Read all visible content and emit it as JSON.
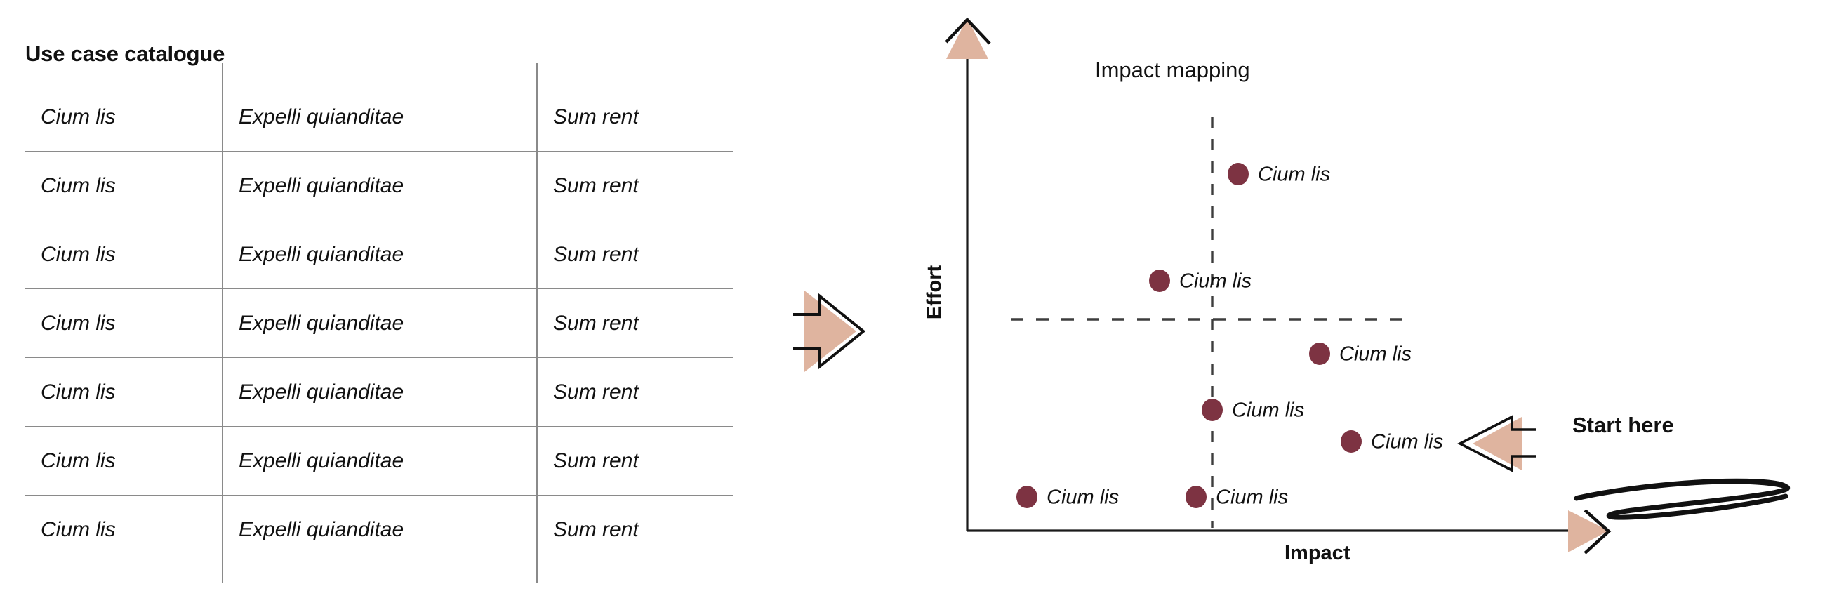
{
  "catalogue": {
    "title": "Use case catalogue",
    "columns": [
      "Cium lis",
      "Expelli quianditae",
      "Sum rent"
    ],
    "rows": [
      [
        "Cium lis",
        "Expelli quianditae",
        "Sum rent"
      ],
      [
        "Cium lis",
        "Expelli quianditae",
        "Sum rent"
      ],
      [
        "Cium lis",
        "Expelli quianditae",
        "Sum rent"
      ],
      [
        "Cium lis",
        "Expelli quianditae",
        "Sum rent"
      ],
      [
        "Cium lis",
        "Expelli quianditae",
        "Sum rent"
      ],
      [
        "Cium lis",
        "Expelli quianditae",
        "Sum rent"
      ],
      [
        "Cium lis",
        "Expelli quianditae",
        "Sum rent"
      ]
    ]
  },
  "flow": {
    "arrow_icon": "arrow-right-icon"
  },
  "callout": {
    "label": "Start here",
    "arrow_icon": "arrow-left-icon",
    "underline_icon": "scribble-underline-icon"
  },
  "colors": {
    "dot": "#7D3342",
    "arrow_fill": "#DFB49F",
    "axis": "#1a1a1a",
    "quadrant_line": "#3d3d3d",
    "table_rule": "#8a8a8a",
    "text": "#111111"
  },
  "chart_data": {
    "type": "scatter",
    "title": "Impact mapping",
    "xlabel": "Impact",
    "ylabel": "Effort",
    "xlim": [
      0,
      100
    ],
    "ylim": [
      0,
      100
    ],
    "grid": false,
    "legend": "none",
    "quadrant_split": {
      "x": 48,
      "y": 50
    },
    "point_label": "Cium lis",
    "points": [
      {
        "label": "Cium lis",
        "x": 52,
        "y": 85
      },
      {
        "label": "Cium lis",
        "x": 28,
        "y": 62
      },
      {
        "label": "Cium lis",
        "x": 73,
        "y": 43
      },
      {
        "label": "Cium lis",
        "x": 48,
        "y": 32
      },
      {
        "label": "Cium lis",
        "x": 86,
        "y": 23
      },
      {
        "label": "Cium lis",
        "x": 10,
        "y": 13
      },
      {
        "label": "Cium lis",
        "x": 46,
        "y": 13
      }
    ]
  }
}
